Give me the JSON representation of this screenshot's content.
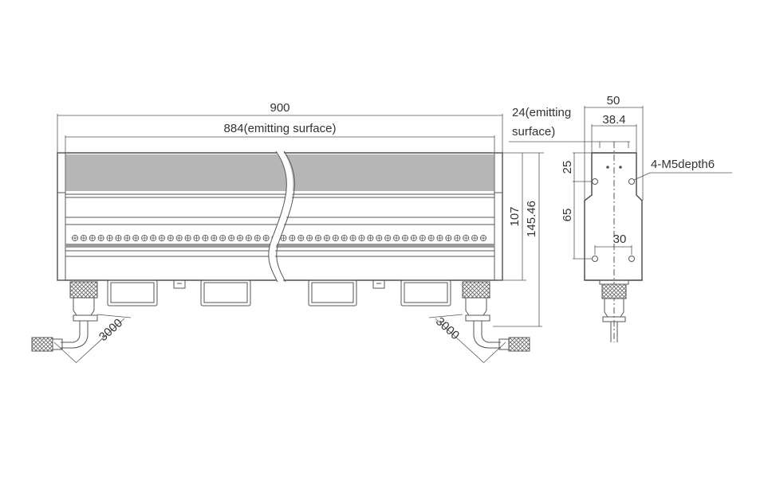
{
  "drawing": {
    "front_view": {
      "overall_length": "900",
      "emitting_length": "884(emitting surface)",
      "height_body": "107",
      "height_total": "145.46",
      "cable_left": "3000",
      "cable_right": "3000",
      "led_count_shown": 48
    },
    "side_view": {
      "width": "50",
      "inner_width": "38.4",
      "emitting_width_line1": "24(emitting",
      "emitting_width_line2": "surface)",
      "hole_offset_top": "25",
      "hole_spacing_vertical": "65",
      "hole_spacing_horizontal": "30",
      "thread_note": "4-M5depth6"
    },
    "colors": {
      "line": "#555555",
      "dark_band": "#8a8a8a"
    }
  }
}
